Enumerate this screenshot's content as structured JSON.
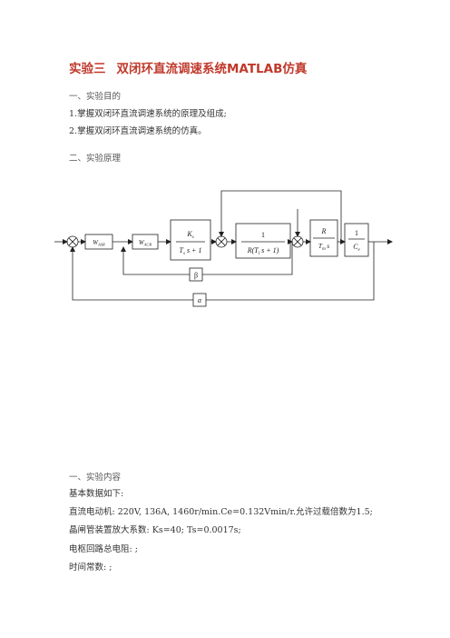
{
  "document": {
    "title_part1": "实验三",
    "title_part2": "双闭环直流调速系统MATLAB仿真",
    "section1_heading": "一、实验目的",
    "objective1": "1.掌握双闭环直流调速系统的原理及组成;",
    "objective2": "2.掌握双闭环直流调速系统的仿真。",
    "section2_heading": "二、实验原理",
    "section3_heading": "一、实验内容",
    "content_intro": "基本数据如下:",
    "motor_params": "直流电动机: 220V, 136A, 1460r/min.Ce=0.132Vmin/r.允许过载倍数为1.5;",
    "thyristor_params": "晶闸管装置放大系数: Ks=40; Ts=0.0017s;",
    "armature_resistance": "电枢回路总电阻:     ;",
    "time_constant": "时间常数:     ;"
  },
  "diagram": {
    "asr_label": "W",
    "asr_sub": "ASR",
    "acr_label": "W",
    "acr_sub": "ACR",
    "block1_num": "K",
    "block1_num_sub": "s",
    "block1_den_a": "T",
    "block1_den_a_sub": "s",
    "block1_den_b": "s + 1",
    "block2_num": "1",
    "block2_den_a": "R(T",
    "block2_den_a_sub": "l",
    "block2_den_b": "s + 1)",
    "block3_num": "R",
    "block3_den_a": "T",
    "block3_den_a_sub": "m",
    "block3_den_b": "s",
    "block4_num": "1",
    "block4_den": "C",
    "block4_den_sub": "e",
    "current_feedback": "β",
    "speed_feedback": "α"
  }
}
